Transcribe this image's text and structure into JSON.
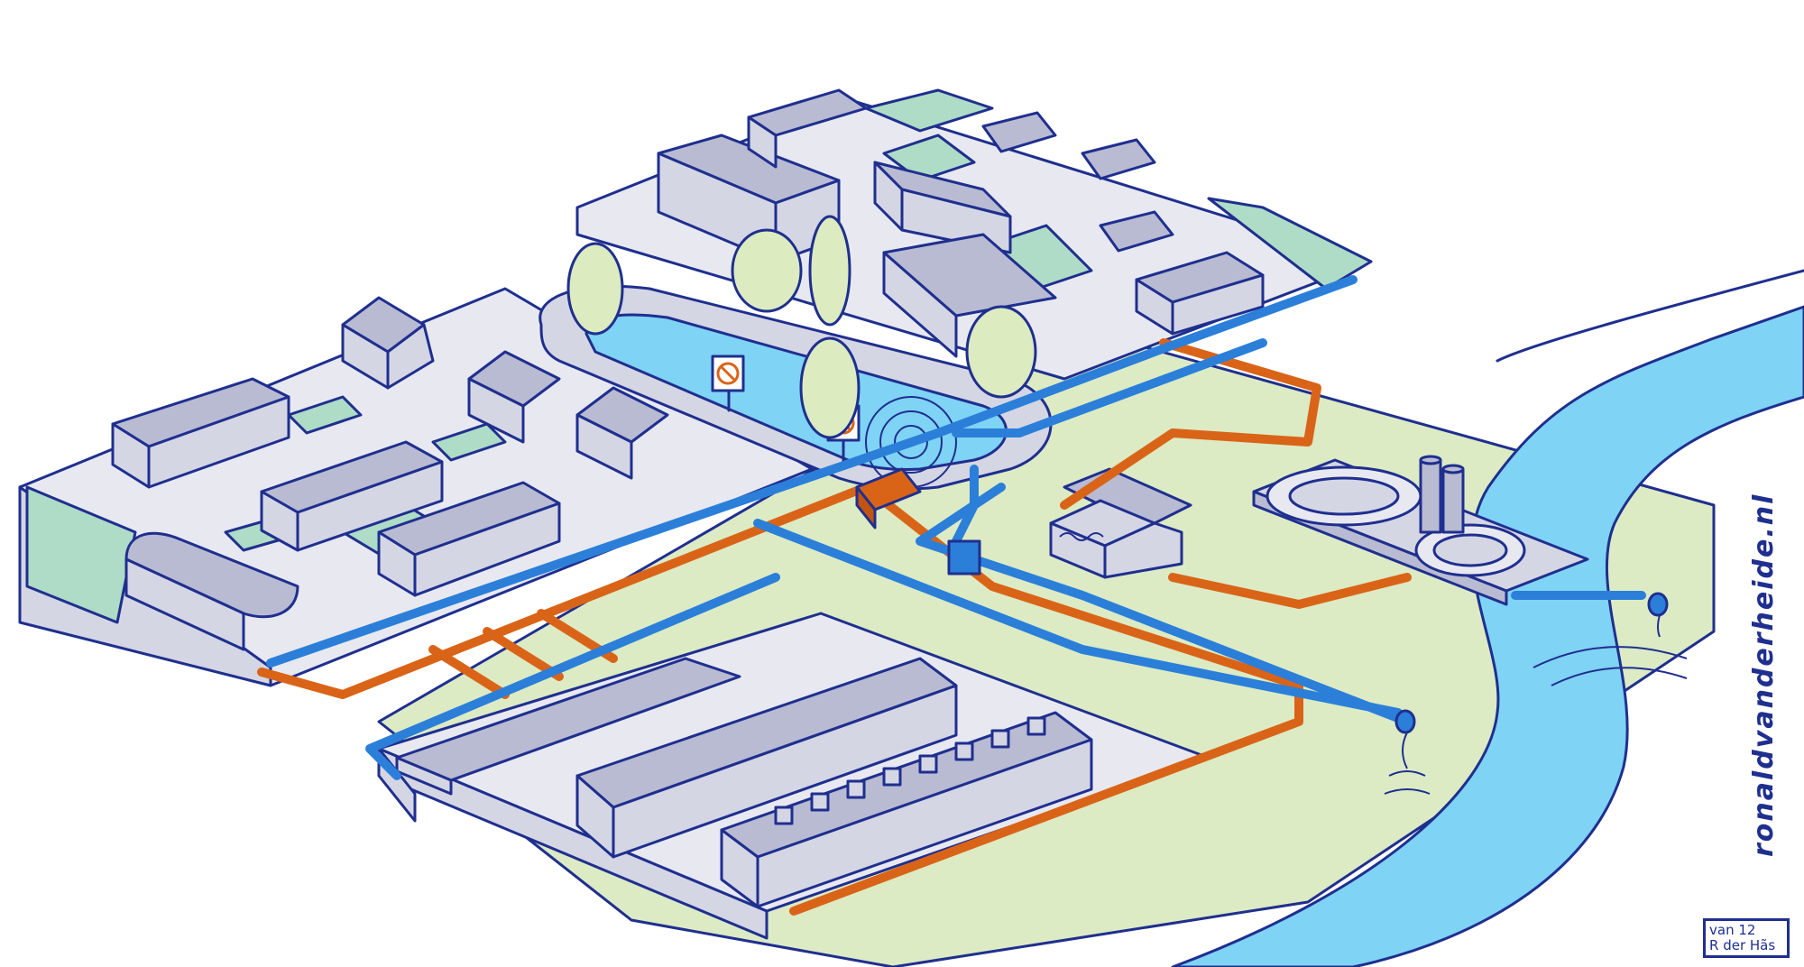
{
  "illustration": {
    "credit_url": "ronaldvanderheide.nl",
    "signature_lines": [
      "van 12",
      "R der Hãs"
    ]
  },
  "colors": {
    "outline": "#1f2f8f",
    "ground": "#e8e9f0",
    "building": "#d5d6e4",
    "roof": "#b9bbd2",
    "lawn": "#dcebc4",
    "hedge": "#aedcc6",
    "water": "#7fd3f5",
    "clean_pipe": "#2b7fd9",
    "sewer_pipe": "#d96418",
    "tree": "#dcebc0"
  },
  "icons": [
    "no-swimming-sign-icon",
    "sewage-treatment-plant-icon",
    "pumping-station-icon",
    "overflow-outfall-icon",
    "river-outfall-icon"
  ]
}
